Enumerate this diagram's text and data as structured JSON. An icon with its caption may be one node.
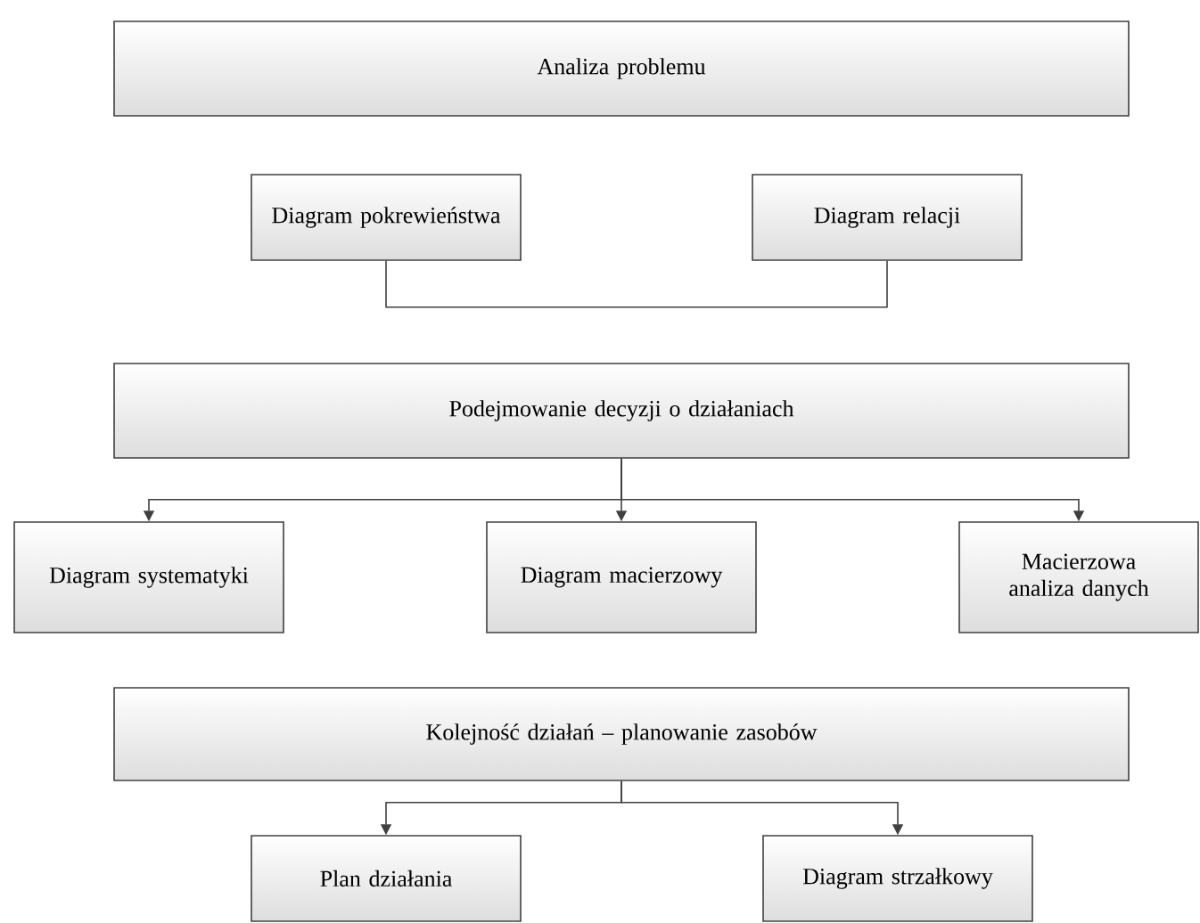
{
  "diagram": {
    "nodes": [
      {
        "text": [
          "Analiza problemu"
        ]
      },
      {
        "text": [
          "Diagram pokrewieństwa"
        ]
      },
      {
        "text": [
          "Diagram relacji"
        ]
      },
      {
        "text": [
          "Podejmowanie decyzji o działaniach"
        ]
      },
      {
        "text": [
          "Diagram systematyki"
        ]
      },
      {
        "text": [
          "Diagram macierzowy"
        ]
      },
      {
        "text": [
          "Macierzowa analiza danych"
        ]
      },
      {
        "text": [
          "Kolejność działań – planowanie zasobów"
        ]
      },
      {
        "text": [
          "Plan działania"
        ]
      },
      {
        "text": [
          "Diagram strzałkowy"
        ]
      }
    ],
    "edges": [
      {
        "from": 1,
        "to": 2,
        "arrow": "none"
      },
      {
        "from": 3,
        "to": 4,
        "arrow": "to"
      },
      {
        "from": 3,
        "to": 5,
        "arrow": "to"
      },
      {
        "from": 3,
        "to": 6,
        "arrow": "to"
      },
      {
        "from": 7,
        "to": 8,
        "arrow": "to"
      },
      {
        "from": 7,
        "to": 9,
        "arrow": "to"
      }
    ]
  }
}
